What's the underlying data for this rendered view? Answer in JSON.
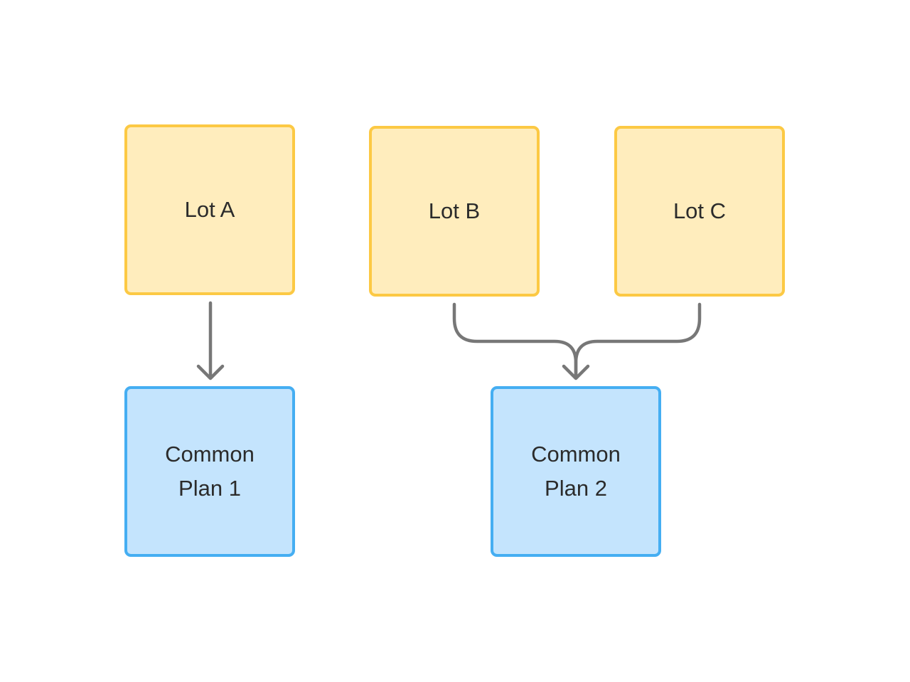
{
  "diagram": {
    "nodes": {
      "lot_a": {
        "label": "Lot A",
        "color": "#ffedbd",
        "border": "#fcc944"
      },
      "lot_b": {
        "label": "Lot B",
        "color": "#ffedbd",
        "border": "#fcc944"
      },
      "lot_c": {
        "label": "Lot C",
        "color": "#ffedbd",
        "border": "#fcc944"
      },
      "plan_1": {
        "label": "Common\nPlan 1",
        "color": "#c4e4fd",
        "border": "#45aef2"
      },
      "plan_2": {
        "label": "Common\nPlan 2",
        "color": "#c4e4fd",
        "border": "#45aef2"
      }
    },
    "edges": [
      {
        "from": "Lot A",
        "to": "Common\nPlan 1"
      },
      {
        "from": "Lot B",
        "to": "Common\nPlan 2"
      },
      {
        "from": "Lot C",
        "to": "Common\nPlan 2"
      }
    ],
    "connector_color": "#777777"
  }
}
